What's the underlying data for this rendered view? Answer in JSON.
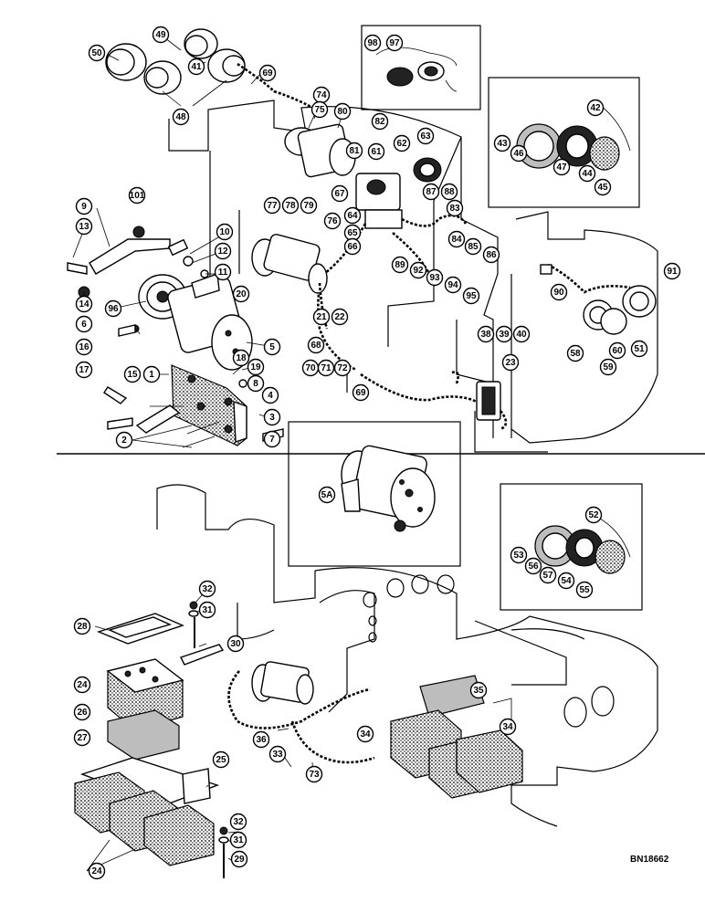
{
  "document_id": "BN18662",
  "callouts_top": [
    "49",
    "50",
    "41",
    "48",
    "69",
    "74",
    "75",
    "80",
    "98",
    "97",
    "42",
    "43",
    "46",
    "47",
    "44",
    "45",
    "82",
    "62",
    "63",
    "81",
    "61",
    "67",
    "77",
    "78",
    "79",
    "76",
    "64",
    "65",
    "66",
    "87",
    "88",
    "83",
    "84",
    "85",
    "86",
    "89",
    "92",
    "93",
    "94",
    "95",
    "9",
    "101",
    "13",
    "10",
    "12",
    "11",
    "14",
    "96",
    "20",
    "21",
    "22",
    "6",
    "5",
    "18",
    "19",
    "16",
    "17",
    "15",
    "1",
    "8",
    "4",
    "3",
    "2",
    "7",
    "68",
    "70",
    "71",
    "72",
    "69",
    "38",
    "39",
    "40",
    "23",
    "90",
    "91",
    "58",
    "60",
    "59",
    "51"
  ],
  "callouts_inset_starter": [
    "5A"
  ],
  "callouts_inset_light": [
    "52",
    "53",
    "56",
    "57",
    "54",
    "55"
  ],
  "callouts_bottom": [
    "32",
    "31",
    "28",
    "30",
    "24",
    "26",
    "27",
    "25",
    "36",
    "33",
    "73",
    "35",
    "34",
    "34",
    "32",
    "31",
    "29",
    "24"
  ]
}
